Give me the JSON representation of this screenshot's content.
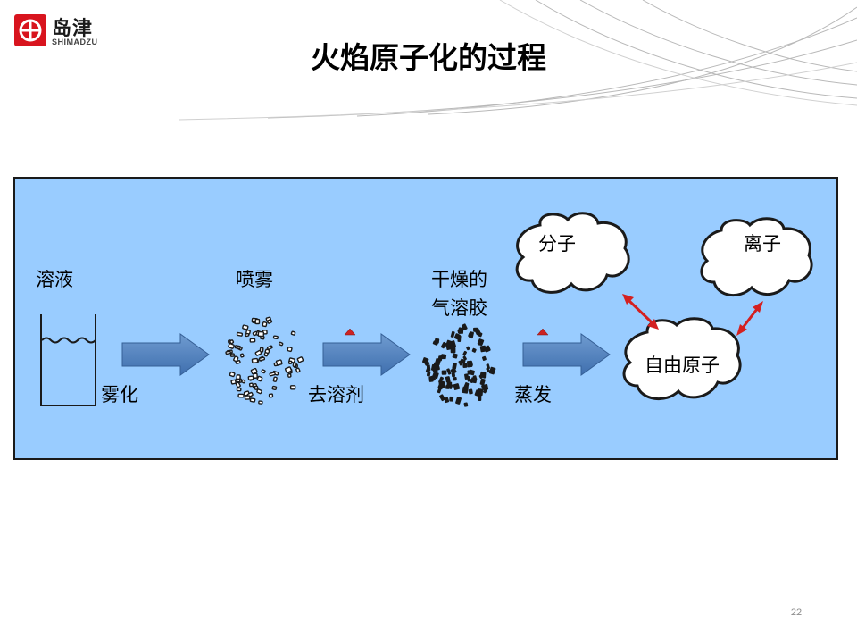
{
  "title": "火焰原子化的过程",
  "logo": {
    "text_cn": "岛津",
    "text_en": "SHIMADZU",
    "icon": "shimadzu-logo-icon",
    "color": "#d8141e"
  },
  "colors": {
    "panel": "#99ccff",
    "arrow": "#4f81bd",
    "double_arrow": "#d42020"
  },
  "labels": {
    "solution": "溶液",
    "nebulize": "雾化",
    "spray": "喷雾",
    "desolvate": "去溶剂",
    "dry_aerosol": [
      "干燥的",
      "气溶胶"
    ],
    "evaporate": "蒸发",
    "molecule": "分子",
    "ion": "离子",
    "free_atom": "自由原子"
  },
  "page_number": "22"
}
